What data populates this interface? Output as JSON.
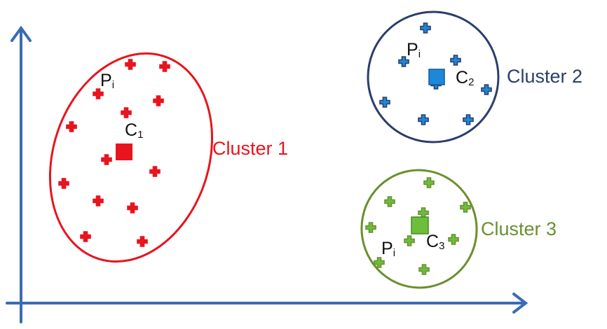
{
  "clusters": [
    {
      "label": "Cluster 1",
      "color": "#e8141e",
      "fill": "#e8141e",
      "centroid_label": "C",
      "centroid_sub": "1",
      "point_label": "P",
      "point_sub": "i"
    },
    {
      "label": "Cluster 2",
      "color": "#2b3e6b",
      "fill": "#1e88d8",
      "centroid_label": "C",
      "centroid_sub": "2",
      "point_label": "P",
      "point_sub": "i"
    },
    {
      "label": "Cluster 3",
      "color": "#6b8f2e",
      "fill": "#6cbe3c",
      "centroid_label": "C",
      "centroid_sub": "3",
      "point_label": "P",
      "point_sub": "i"
    }
  ],
  "axis_color": "#3a6bb5",
  "icons": {
    "point": "plus-marker-icon",
    "centroid": "square-centroid-icon"
  }
}
